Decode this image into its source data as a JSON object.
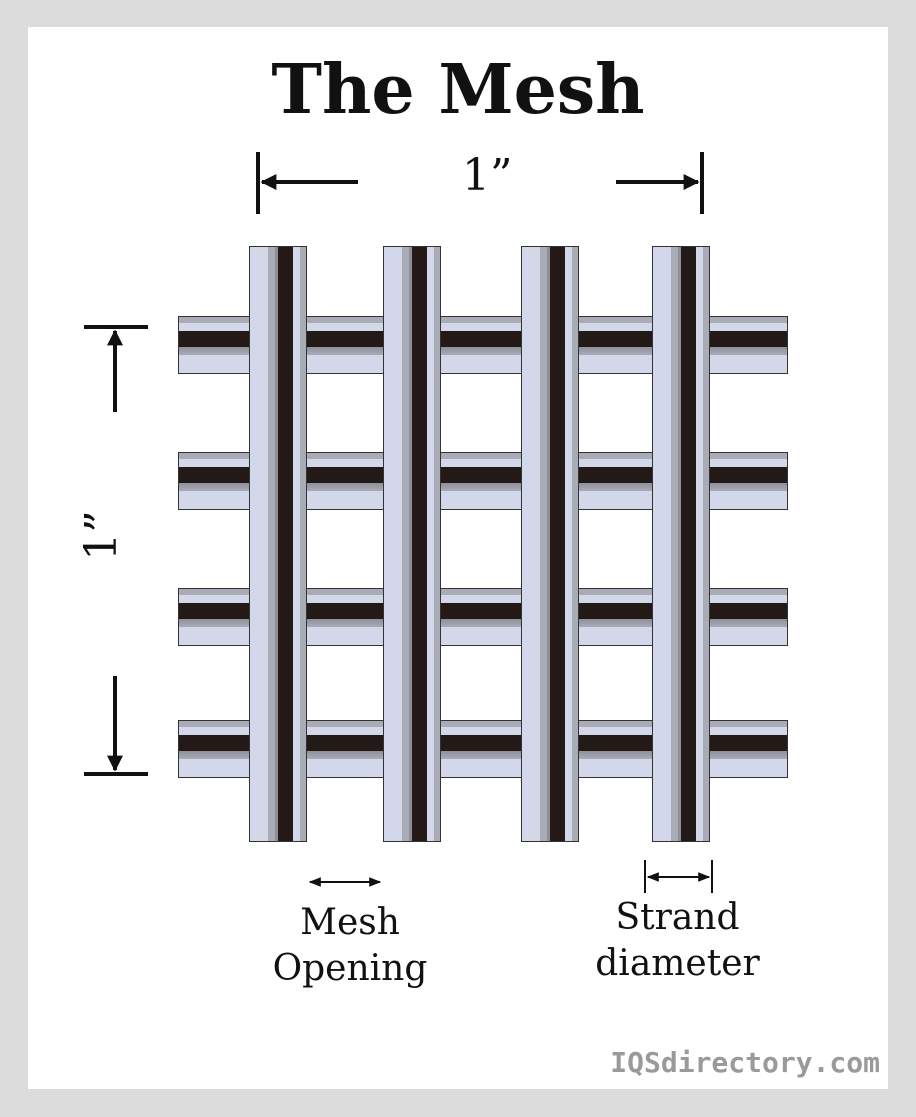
{
  "title": "The Mesh",
  "dimensions": {
    "horizontal": "1”",
    "vertical": "1”"
  },
  "labels": {
    "mesh_opening": [
      "Mesh",
      "Opening"
    ],
    "strand_diameter": [
      "Strand",
      "diameter"
    ]
  },
  "watermark": "IQSdirectory.com",
  "colors": {
    "strand_light": "#d3d7ea",
    "strand_mid": "#a9abb6",
    "strand_core": "#231a18"
  }
}
